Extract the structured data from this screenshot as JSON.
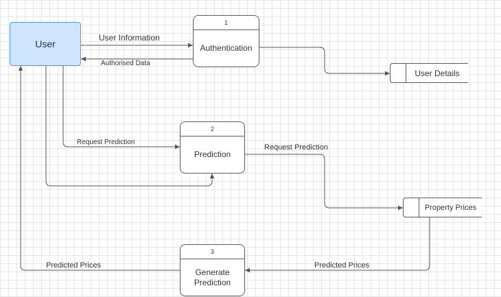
{
  "entity": {
    "label": "User"
  },
  "processes": [
    {
      "number": "1",
      "name": "Authentication"
    },
    {
      "number": "2",
      "name": "Prediction"
    },
    {
      "number": "3",
      "name": "Generate Prediction"
    }
  ],
  "stores": [
    {
      "name": "User Details"
    },
    {
      "name": "Property Prices"
    }
  ],
  "flows": {
    "user_information": "User Information",
    "authorised_data": "Authorised Data",
    "request_prediction_user": "Request Prediction",
    "request_prediction_store": "Request Prediction",
    "predicted_prices_user": "Predicted Prices",
    "predicted_prices_store": "Predicted Prices"
  },
  "colors": {
    "entity_fill": "#cfe4ff",
    "entity_border": "#4d9ef5",
    "line": "#555555",
    "grid": "#e6e6e6"
  }
}
